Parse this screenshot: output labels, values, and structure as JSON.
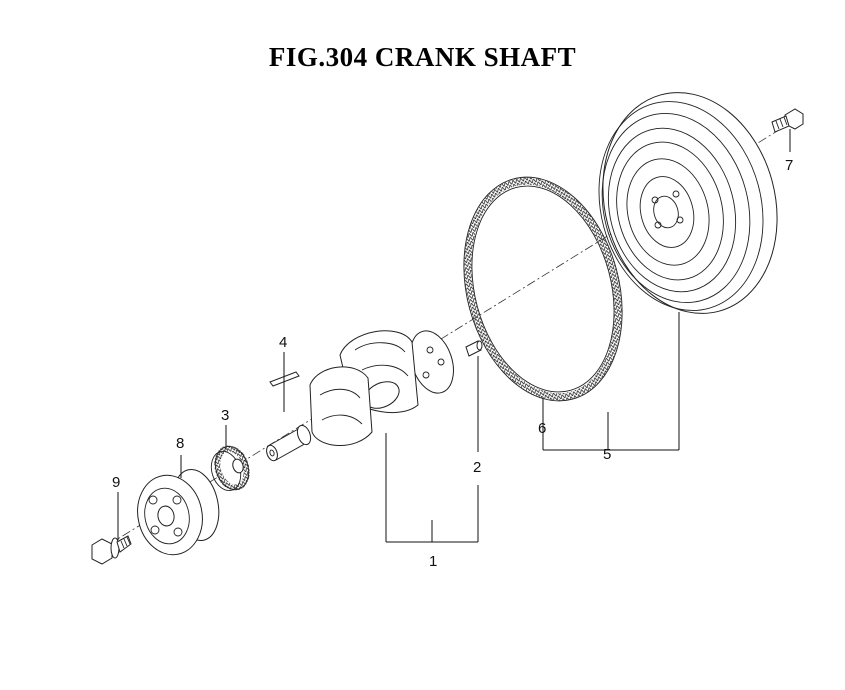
{
  "title": "FIG.304  CRANK SHAFT",
  "callouts": {
    "c1": "1",
    "c2": "2",
    "c3": "3",
    "c4": "4",
    "c5": "5",
    "c6": "6",
    "c7": "7",
    "c8": "8",
    "c9": "9"
  }
}
